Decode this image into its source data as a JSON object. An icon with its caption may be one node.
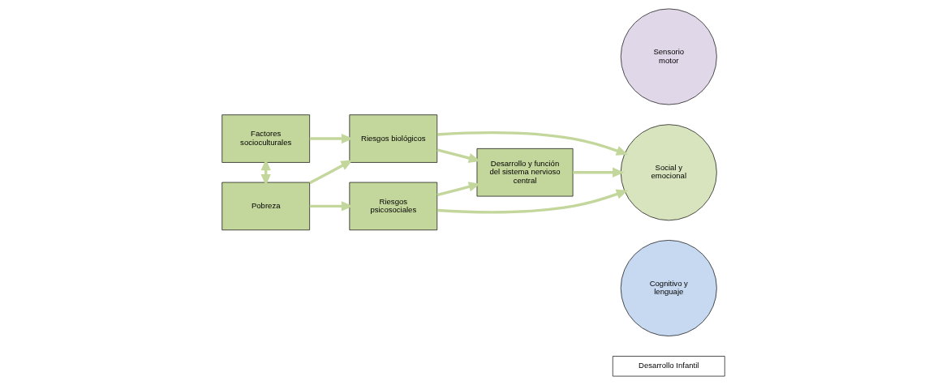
{
  "diagram": {
    "nodes": [
      {
        "text": [
          "Factores socioculturales"
        ]
      },
      {
        "text": [
          "Riesgos psicosociales"
        ]
      },
      {
        "text": [
          "Desarrollo y función del sistema nervioso central"
        ]
      },
      {
        "text": [
          "Pobreza"
        ]
      },
      {
        "text": [
          "Riesgos biológicos"
        ]
      },
      {
        "text": [
          "Sensorio motor"
        ]
      },
      {
        "text": [
          "Social y emocional"
        ]
      },
      {
        "text": [
          "Cognitivo y lenguaje"
        ]
      },
      {
        "text": [
          "Desarrollo Infantil"
        ]
      }
    ],
    "edges": [
      {
        "from": 0,
        "to": 3,
        "arrow": "both"
      },
      {
        "from": 0,
        "to": 4,
        "arrow": "to"
      },
      {
        "from": 3,
        "to": 1,
        "arrow": "to"
      },
      {
        "from": 3,
        "to": 4,
        "arrow": "to"
      },
      {
        "from": 1,
        "to": 2,
        "arrow": "to"
      },
      {
        "from": 1,
        "to": 6,
        "arrow": "to"
      },
      {
        "from": 2,
        "to": 6,
        "arrow": "to"
      },
      {
        "from": 4,
        "to": 2,
        "arrow": "to"
      },
      {
        "from": 4,
        "to": 6,
        "arrow": "to"
      }
    ]
  }
}
